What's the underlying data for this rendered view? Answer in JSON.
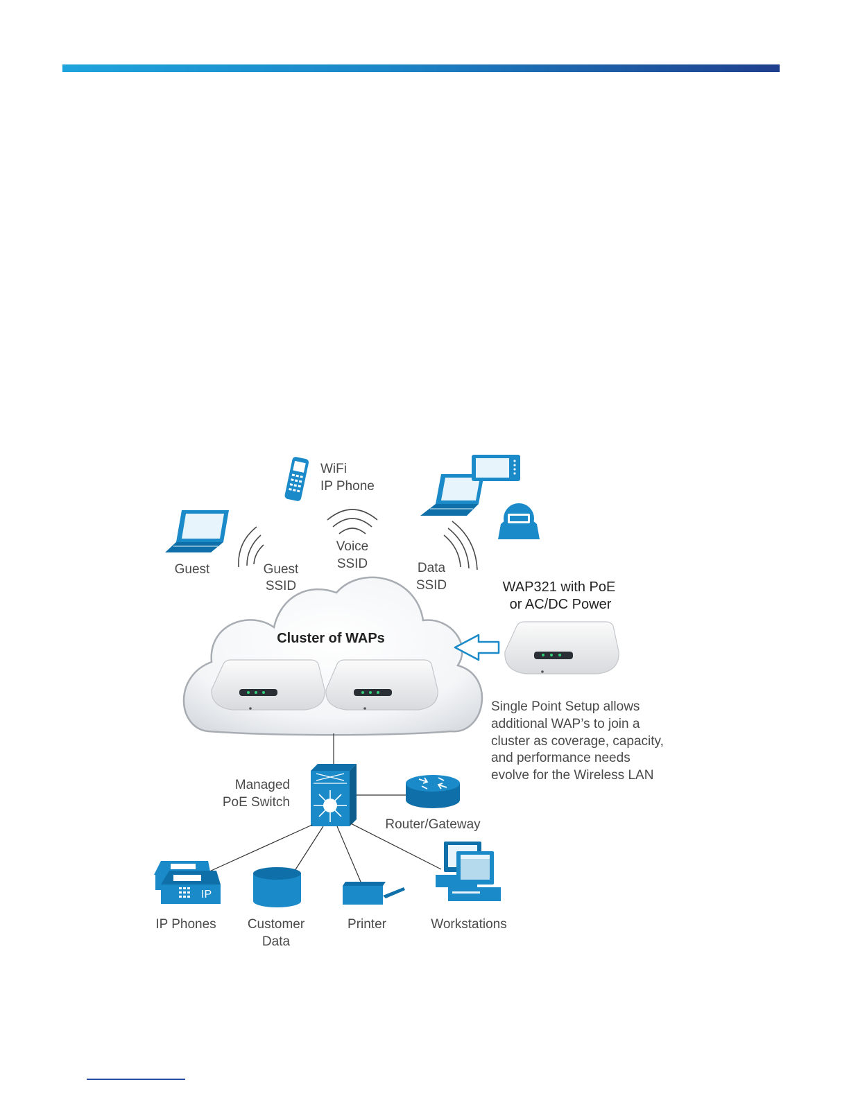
{
  "labels": {
    "wifi_phone": [
      "WiFi",
      "IP Phone"
    ],
    "guest": "Guest",
    "guest_ssid": [
      "Guest",
      "SSID"
    ],
    "voice_ssid": [
      "Voice",
      "SSID"
    ],
    "data_ssid": [
      "Data",
      "SSID"
    ],
    "wap321": [
      "WAP321 with PoE",
      "or AC/DC Power"
    ],
    "cluster": "Cluster of WAPs",
    "single_point": [
      "Single Point Setup allows",
      "additional WAP’s to join a",
      "cluster as coverage, capacity,",
      "and performance needs",
      "evolve for the Wireless LAN"
    ],
    "switch": [
      "Managed",
      "PoE Switch"
    ],
    "router": "Router/Gateway",
    "ip_phones": "IP Phones",
    "customer_data": [
      "Customer",
      "Data"
    ],
    "printer": "Printer",
    "workstations": "Workstations",
    "ip_badge": "IP"
  },
  "colors": {
    "icon": "#1a8ac9",
    "bar_start": "#1ea4dd",
    "bar_end": "#1f3f8d"
  }
}
